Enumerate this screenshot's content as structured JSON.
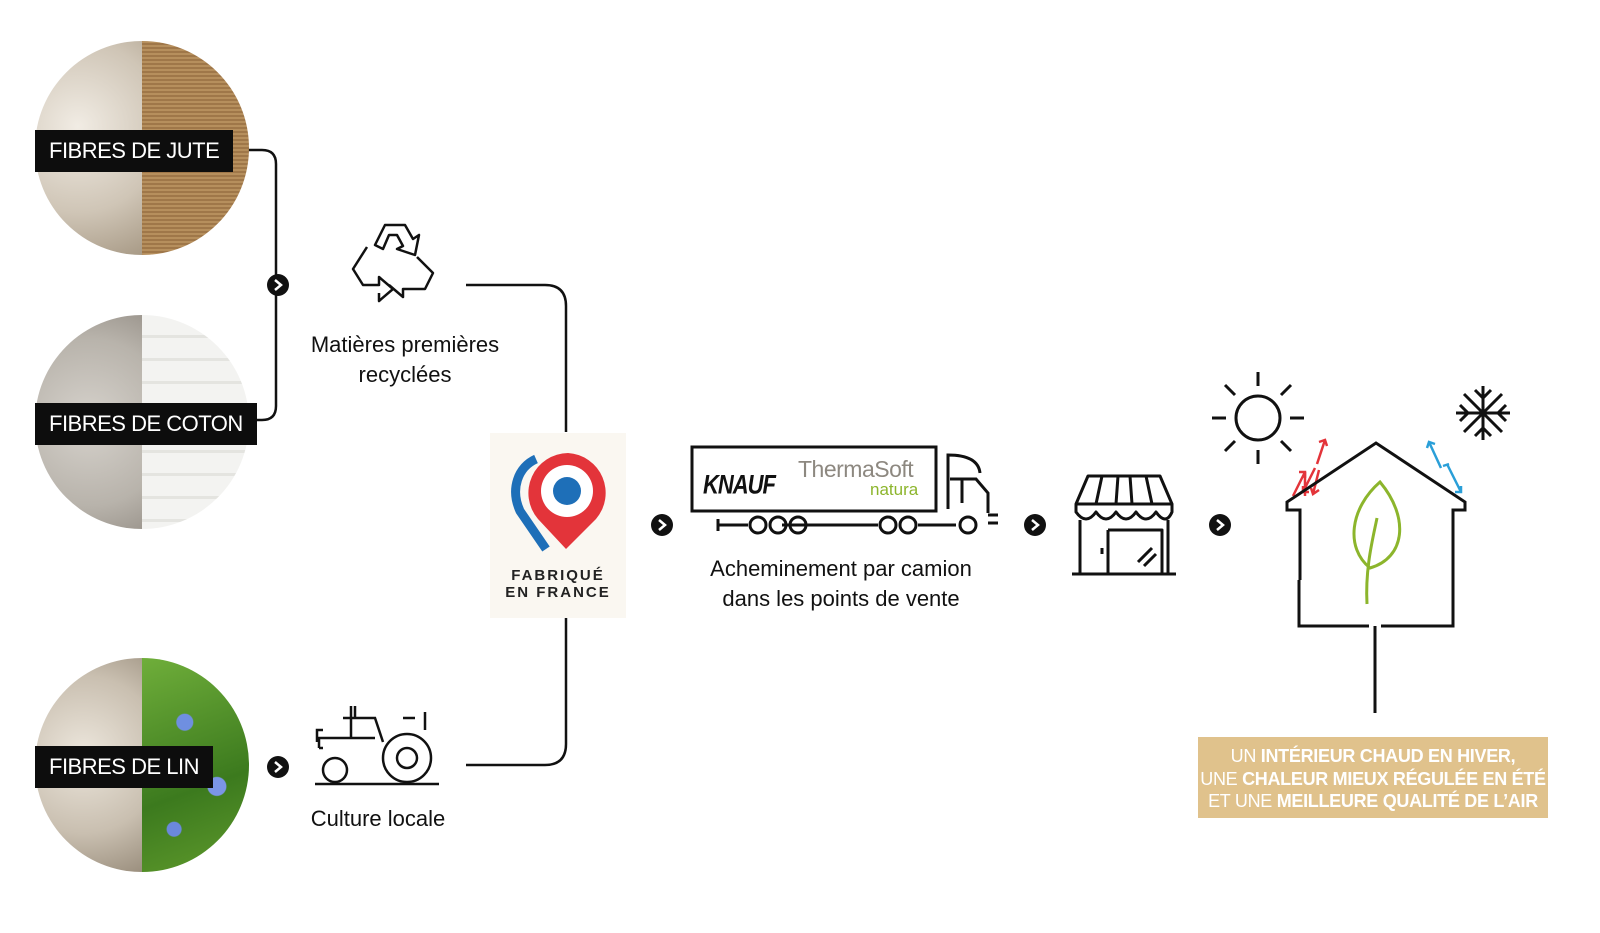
{
  "fibres": [
    {
      "label": "FIBRES DE JUTE"
    },
    {
      "label": "FIBRES DE COTON"
    },
    {
      "label": "FIBRES DE LIN"
    }
  ],
  "steps": {
    "recycled": {
      "line1": "Matières premières",
      "line2": "recyclées",
      "icon": "recycle-icon"
    },
    "local": {
      "label": "Culture locale",
      "icon": "tractor-icon"
    },
    "made_in_france": {
      "line1": "FABRIQUÉ",
      "line2": "EN FRANCE"
    },
    "transport": {
      "line1": "Acheminement par camion",
      "line2": "dans les points de vente",
      "brand": "KNAUF",
      "product": "ThermaSoft",
      "product_sub": "natura"
    },
    "store": {
      "icon": "store-icon"
    },
    "home": {
      "icon": "house-leaf-icon"
    }
  },
  "benefit": {
    "l1a": "UN ",
    "l1b": "INTÉRIEUR CHAUD EN HIVER,",
    "l2a": "UNE ",
    "l2b": "CHALEUR MIEUX RÉGULÉE EN ÉTÉ",
    "l3a": "ET UNE ",
    "l3b": "MEILLEURE QUALITÉ DE L’AIR"
  },
  "colors": {
    "gold": "#e0c28c",
    "red": "#e3343a",
    "blue": "#1e6fb8",
    "green": "#8cb52c",
    "cyan": "#2a9fd8"
  }
}
